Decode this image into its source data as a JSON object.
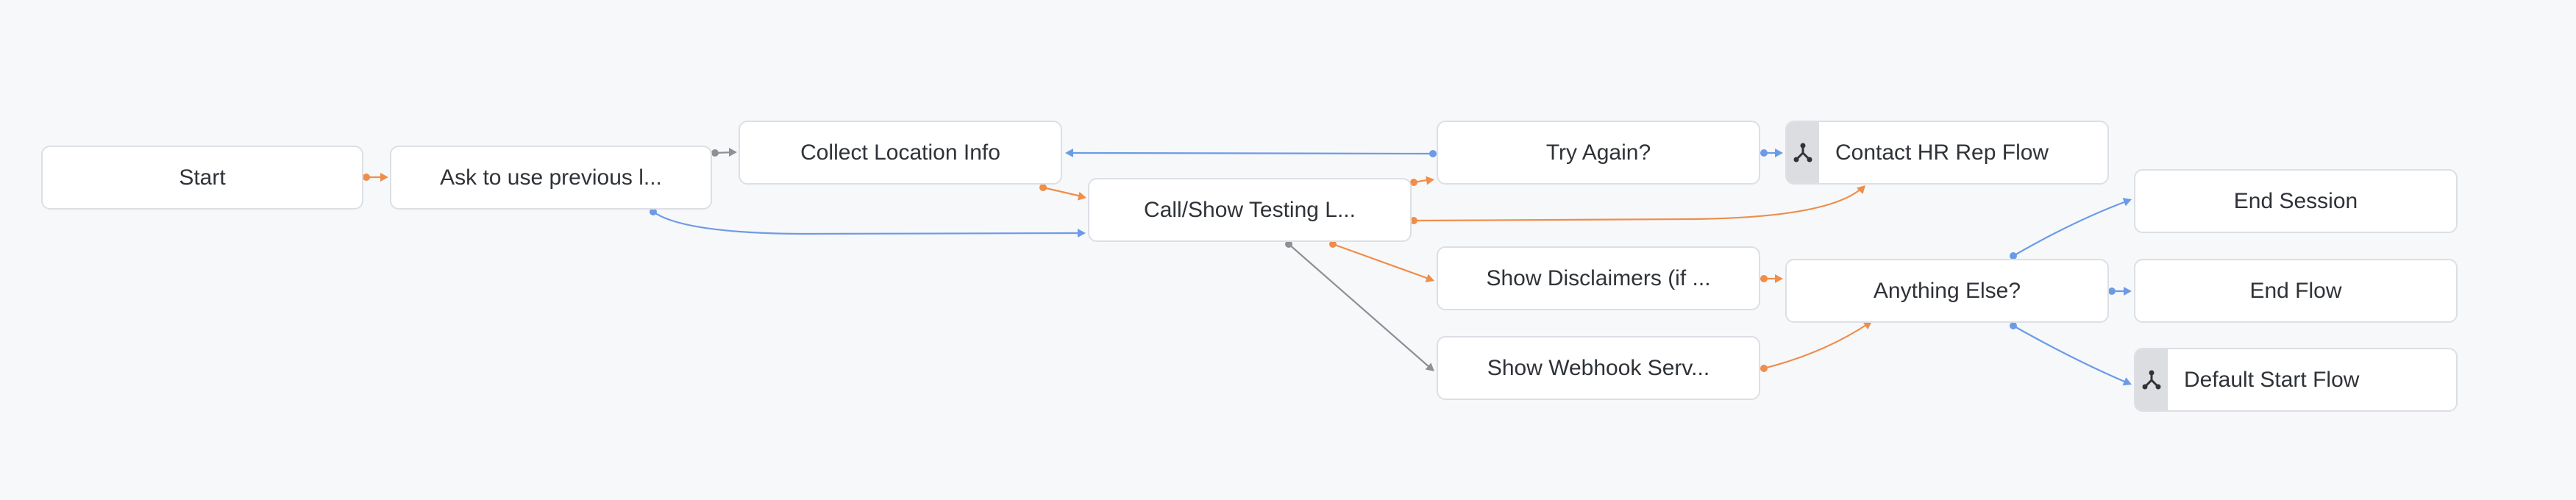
{
  "colors": {
    "background": "#f7f8fa",
    "node_border": "#dcdfe4",
    "edge_orange": "#f08d49",
    "edge_blue": "#6c9be6",
    "edge_gray": "#8e9096",
    "flow_tab": "#dcdde0"
  },
  "nodes": {
    "start": {
      "label": "Start"
    },
    "ask_previous": {
      "label": "Ask to use previous l..."
    },
    "collect_location": {
      "label": "Collect Location Info"
    },
    "call_show_testing": {
      "label": "Call/Show Testing L..."
    },
    "try_again": {
      "label": "Try Again?"
    },
    "contact_hr": {
      "label": "Contact HR Rep Flow",
      "icon": "flow-split-icon"
    },
    "show_disclaimers": {
      "label": "Show Disclaimers (if ..."
    },
    "show_webhook": {
      "label": "Show Webhook Serv..."
    },
    "anything_else": {
      "label": "Anything Else?"
    },
    "end_session": {
      "label": "End Session"
    },
    "end_flow": {
      "label": "End Flow"
    },
    "default_start": {
      "label": "Default Start Flow",
      "icon": "flow-split-icon"
    }
  },
  "edges": [
    {
      "from": "start",
      "to": "ask_previous",
      "color": "orange"
    },
    {
      "from": "ask_previous",
      "to": "collect_location",
      "color": "gray"
    },
    {
      "from": "ask_previous",
      "to": "call_show_testing",
      "color": "blue"
    },
    {
      "from": "collect_location",
      "to": "call_show_testing",
      "color": "orange"
    },
    {
      "from": "try_again",
      "to": "collect_location",
      "color": "blue"
    },
    {
      "from": "call_show_testing",
      "to": "try_again",
      "color": "orange"
    },
    {
      "from": "call_show_testing",
      "to": "contact_hr",
      "color": "orange"
    },
    {
      "from": "call_show_testing",
      "to": "show_disclaimers",
      "color": "orange"
    },
    {
      "from": "call_show_testing",
      "to": "show_webhook",
      "color": "gray"
    },
    {
      "from": "try_again",
      "to": "contact_hr",
      "color": "blue"
    },
    {
      "from": "show_disclaimers",
      "to": "anything_else",
      "color": "orange"
    },
    {
      "from": "show_webhook",
      "to": "anything_else",
      "color": "orange"
    },
    {
      "from": "anything_else",
      "to": "end_session",
      "color": "blue"
    },
    {
      "from": "anything_else",
      "to": "end_flow",
      "color": "blue"
    },
    {
      "from": "anything_else",
      "to": "default_start",
      "color": "blue"
    }
  ]
}
